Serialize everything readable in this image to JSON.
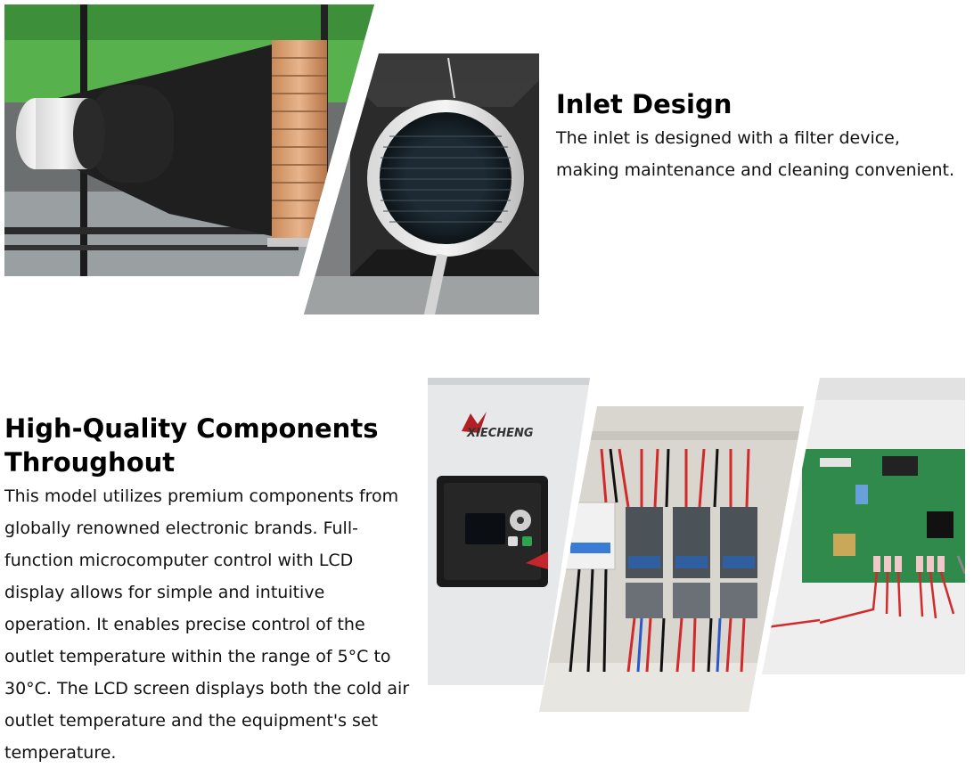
{
  "inlet": {
    "heading": "Inlet Design",
    "lines": [
      "The inlet is designed with a filter device,",
      "making maintenance and cleaning convenient."
    ]
  },
  "components": {
    "heading_lines": [
      "High-Quality Components",
      "Throughout"
    ],
    "lines": [
      "This model utilizes premium components from",
      "globally renowned electronic brands. Full-",
      "function microcomputer control with LCD",
      "display allows for simple and intuitive",
      "operation. It enables precise control of the",
      "outlet temperature within the range of 5°C to",
      "30°C. The LCD screen displays both the cold air",
      "outlet temperature and the equipment's set",
      "temperature."
    ]
  },
  "brand_logo_text": "XIECHENG"
}
